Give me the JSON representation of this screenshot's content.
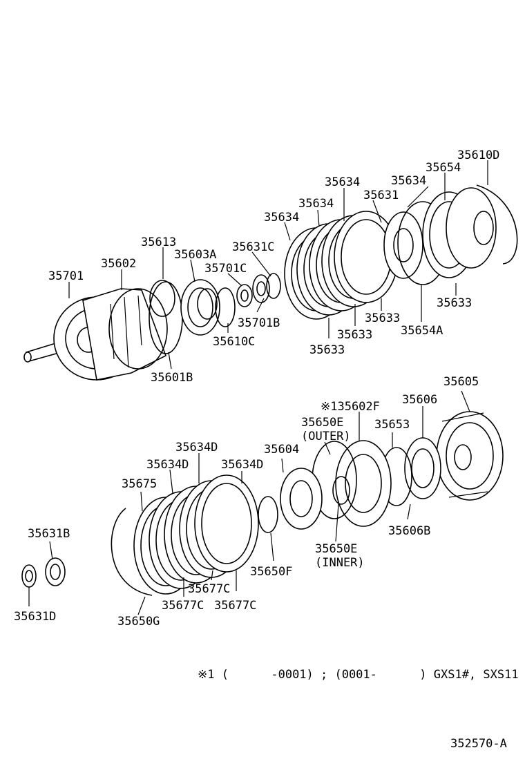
{
  "labels": {
    "p35610D": "35610D",
    "p35654": "35654",
    "p35634_a": "35634",
    "p35634_b": "35634",
    "p35634_c": "35634",
    "p35634_d": "35634",
    "p35631": "35631",
    "p35631C": "35631C",
    "p35613": "35613",
    "p35603A": "35603A",
    "p35701C": "35701C",
    "p35602": "35602",
    "p35701": "35701",
    "p35701B": "35701B",
    "p35610C": "35610C",
    "p35601B": "35601B",
    "p35633_a": "35633",
    "p35633_b": "35633",
    "p35633_c": "35633",
    "p35633_d": "35633",
    "p35654A": "35654A",
    "p35605": "35605",
    "p35602F": "※135602F",
    "p35606": "35606",
    "p35650E_outer": "35650E",
    "outer_note": "(OUTER)",
    "p35653": "35653",
    "p35634D_a": "35634D",
    "p35634D_b": "35634D",
    "p35634D_c": "35634D",
    "p35604": "35604",
    "p35675": "35675",
    "p35606B": "35606B",
    "p35650E_inner": "35650E",
    "inner_note": "(INNER)",
    "p35631B": "35631B",
    "p35650F": "35650F",
    "p35677C_a": "35677C",
    "p35677C_b": "35677C",
    "p35677C_c": "35677C",
    "p35631D": "35631D",
    "p35650G": "35650G"
  },
  "footnote": "※1 (      -0001) ; (0001-      ) GXS1#, SXS11",
  "diagram_id": "352570-A"
}
